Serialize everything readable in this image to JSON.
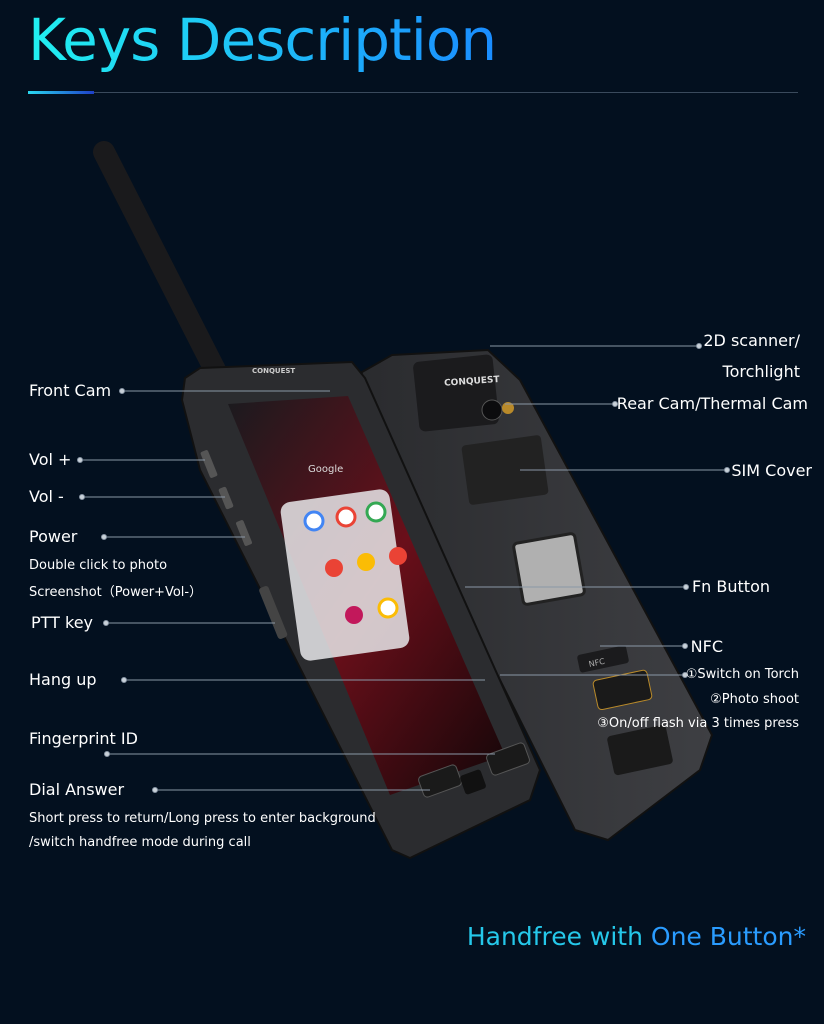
{
  "header": {
    "title": "Keys Description"
  },
  "labels_left": {
    "front_cam": "Front Cam",
    "vol_up": "Vol +",
    "vol_down": "Vol -",
    "power": "Power",
    "power_note1": "Double click to photo",
    "power_note2": "Screenshot（Power+Vol-）",
    "ptt": "PTT key",
    "hang_up": "Hang up",
    "fingerprint": "Fingerprint ID",
    "dial_answer": "Dial Answer",
    "dial_note1": "Short press to return/Long press to enter background",
    "dial_note2": "/switch handfree mode during call"
  },
  "labels_right": {
    "scanner1": "2D scanner/",
    "scanner2": "Torchlight",
    "rear_cam": "Rear Cam/Thermal Cam",
    "sim": "SIM Cover",
    "fn": "Fn Button",
    "nfc": "NFC",
    "torch": "①Switch on Torch",
    "photo": "②Photo shoot",
    "flash": "③On/off flash via 3 times press"
  },
  "device": {
    "brand": "CONQUEST",
    "screen_title": "Google",
    "nfc_tag": "NFC"
  },
  "footer": {
    "text": "Handfree with ",
    "highlight": "One Button*"
  },
  "colors": {
    "background": "#03101f",
    "accent_cyan": "#25c8ea",
    "accent_blue": "#2a9cff"
  }
}
